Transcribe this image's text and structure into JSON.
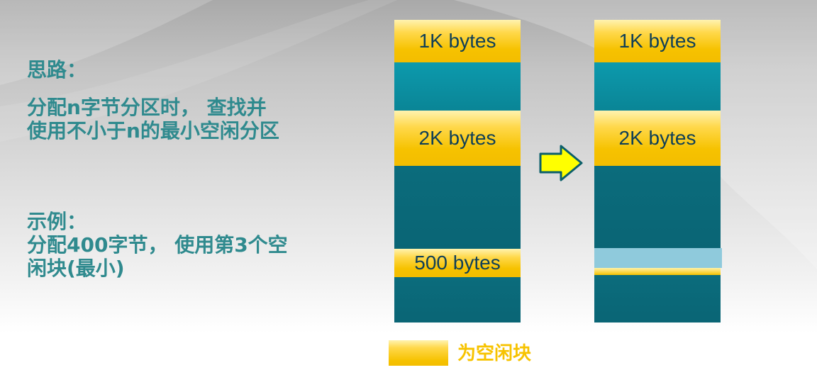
{
  "idea": {
    "heading": "思路：",
    "line1": "分配n字节分区时， 查找并",
    "line2": "使用不小于n的最小空闲分区"
  },
  "example": {
    "heading": "示例：",
    "line1": "分配400字节， 使用第3个空",
    "line2": "闲块(最小)"
  },
  "before": {
    "block1": "1K bytes",
    "block2": "2K bytes",
    "block3": "500 bytes"
  },
  "after": {
    "block1": "1K bytes",
    "block2": "2K bytes"
  },
  "legend": {
    "label": "为空闲块"
  },
  "colors": {
    "free": "#f6c200",
    "used_light": "#0d9aad",
    "used_dark": "#0b6c7c",
    "allocated": "#8fcadc",
    "text": "#2f8a8e",
    "arrow": "#ffff00"
  },
  "icons": {
    "arrow": "right-arrow-icon"
  }
}
